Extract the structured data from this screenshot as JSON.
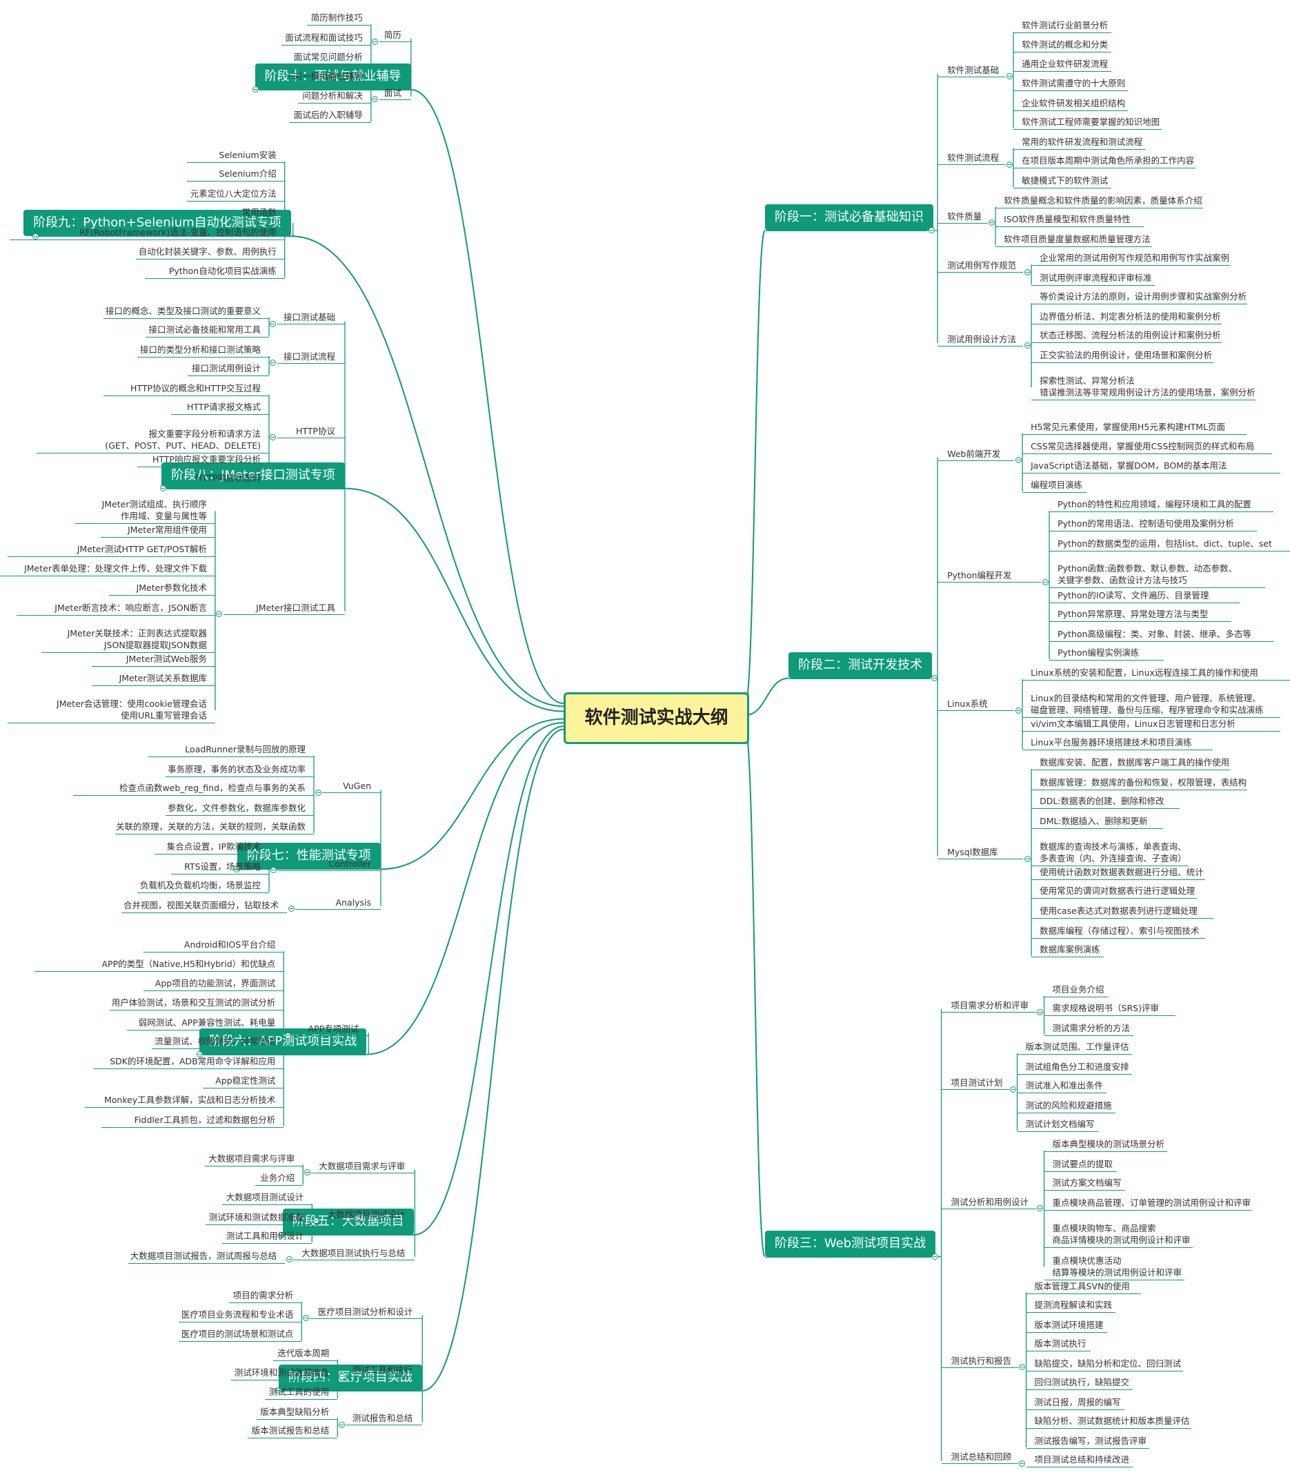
{
  "root": "软件测试实战大纲",
  "stages": [
    {
      "label": "阶段一：测试必备基础知识",
      "groups": [
        {
          "label": "软件测试基础",
          "items": [
            "软件测试行业前景分析",
            "软件测试的概念和分类",
            "通用企业软件研发流程",
            "软件测试需遵守的十大原则",
            "企业软件研发相关组织结构",
            "软件测试工程师需要掌握的知识地图"
          ]
        },
        {
          "label": "软件测试流程",
          "items": [
            "常用的软件研发流程和测试流程",
            "在项目版本周期中测试角色所承担的工作内容",
            "敏捷模式下的软件测试"
          ]
        },
        {
          "label": "软件质量",
          "items": [
            "软件质量概念和软件质量的影响因素，质量体系介绍",
            "ISO软件质量模型和软件质量特性",
            "软件项目质量度量数据和质量管理方法"
          ]
        },
        {
          "label": "测试用例写作规范",
          "items": [
            "企业常用的测试用例写作规范和用例写作实战案例",
            "测试用例评审流程和评审标准"
          ]
        },
        {
          "label": "测试用例设计方法",
          "items": [
            "等价类设计方法的原则，设计用例步骤和实战案例分析",
            "边界值分析法、判定表分析法的使用和案例分析",
            "状态迁移图、流程分析法的用例设计和案例分析",
            "正交实验法的用例设计，使用场景和案例分析",
            "探索性测试、异常分析法\n错误推测法等非常规用例设计方法的使用场景，案例分析"
          ]
        }
      ]
    },
    {
      "label": "阶段二：测试开发技术",
      "groups": [
        {
          "label": "Web前端开发",
          "items": [
            "H5常见元素使用，掌握使用H5元素构建HTML页面",
            "CSS常见选择器使用，掌握使用CSS控制网页的样式和布局",
            "JavaScript语法基础，掌握DOM，BOM的基本用法",
            "编程项目演练"
          ]
        },
        {
          "label": "Python编程开发",
          "items": [
            "Python的特性和应用领域，编程环境和工具的配置",
            "Python的常用语法、控制语句使用及案例分析",
            "Python的数据类型的运用，包括list、dict、tuple、set",
            "Python函数:函数参数、默认参数、动态参数、\n关键字参数、函数设计方法与技巧",
            "Python的IO读写、文件遍历、目录管理",
            "Python异常原理、异常处理方法与类型",
            "Python高级编程：类、对象、封装、继承、多态等",
            "Python编程实例演练"
          ]
        },
        {
          "label": "Linux系统",
          "items": [
            "Linux系统的安装和配置，Linux远程连接工具的操作和使用",
            "Linux的目录结构和常用的文件管理、用户管理、系统管理、\n磁盘管理、网络管理、备份与压缩、程序管理命令和实战演练",
            "vi/vim文本编辑工具使用，Linux日志管理和日志分析",
            "Linux平台服务器环境搭建技术和项目演练"
          ]
        },
        {
          "label": "Mysql数据库",
          "items": [
            "数据库安装、配置，数据库客户端工具的操作使用",
            "数据库管理：数据库的备份和恢复，权限管理，表结构",
            "DDL:数据表的创建、删除和修改",
            "DML:数据插入、删除和更新",
            "数据库的查询技术与演练，单表查询、\n多表查询（内、外连接查询、子查询）",
            "使用统计函数对数据表数据进行分组、统计",
            "使用常见的谓词对数据表行进行逻辑处理",
            "使用case表达式对数据表列进行逻辑处理",
            "数据库编程（存储过程）、索引与视图技术",
            "数据库案例演练"
          ]
        }
      ]
    },
    {
      "label": "阶段三：Web测试项目实战",
      "groups": [
        {
          "label": "项目需求分析和评审",
          "items": [
            "项目业务介绍",
            "需求规格说明书（SRS)评审",
            "测试需求分析的方法"
          ]
        },
        {
          "label": "项目测试计划",
          "items": [
            "版本测试范围、工作量评估",
            "测试组角色分工和进度安排",
            "测试准入和准出条件",
            "测试的风险和规避措施",
            "测试计划文档编写"
          ]
        },
        {
          "label": "测试分析和用例设计",
          "items": [
            "版本典型模块的测试场景分析",
            "测试要点的提取",
            "测试方案文档编写",
            "重点模块商品管理、订单管理的测试用例设计和评审",
            "重点模块购物车、商品搜索\n商品详情模块的测试用例设计和评审",
            "重点模块优惠活动\n结算等模块的测试用例设计和评审"
          ]
        },
        {
          "label": "测试执行和报告",
          "items": [
            "版本管理工具SVN的使用",
            "提测流程解读和实践",
            "版本测试环境搭建",
            "版本测试执行",
            "缺陷提交，缺陷分析和定位、回归测试",
            "回归测试执行，缺陷提交",
            "测试日报，周报的编写",
            "缺陷分析、测试数据统计和版本质量评估",
            "测试报告编写，测试报告评审"
          ]
        },
        {
          "label": "测试总结和回顾",
          "items": [
            "项目测试总结和持续改进"
          ]
        }
      ]
    },
    {
      "label": "阶段四：医疗项目实战",
      "groups": [
        {
          "label": "医疗项目测试分析和设计",
          "items": [
            "项目的需求分析",
            "医疗项目业务流程和专业术语",
            "医疗项目的测试场景和测试点"
          ]
        },
        {
          "label": "测试工具和执行",
          "items": [
            "迭代版本周期",
            "测试环境和测试数据准备",
            "测试工具的使用"
          ]
        },
        {
          "label": "测试报告和总结",
          "items": [
            "版本典型缺陷分析",
            "版本测试报告和总结"
          ]
        }
      ]
    },
    {
      "label": "阶段五：大数据项目",
      "groups": [
        {
          "label": "大数据项目需求与评审",
          "items": [
            "大数据项目需求与评审",
            "业务介绍"
          ]
        },
        {
          "label": "大数据项目测试设计",
          "items": [
            "大数据项目测试设计",
            "测试环境和测试数据准备",
            "测试工具和用例设计"
          ]
        },
        {
          "label": "大数据项目测试执行与总结",
          "items": [
            "大数据项目测试报告，测试周报与总结"
          ]
        }
      ]
    },
    {
      "label": "阶段六：APP测试项目实战",
      "groups": [
        {
          "label": "APP专项测试",
          "items": [
            "Android和IOS平台介绍",
            "APP的类型（Native,H5和Hybrid）和优缺点",
            "App项目的功能测试，界面测试",
            "用户体验测试，场景和交互测试的测试分析",
            "弱网测试、APP兼容性测试、耗电量",
            "流量测试、权限测试、异常测试",
            "SDK的环境配置，ADB常用命令详解和应用",
            "App稳定性测试",
            "Monkey工具参数详解，实战和日志分析技术",
            "Fiddler工具抓包，过滤和数据包分析"
          ]
        }
      ]
    },
    {
      "label": "阶段七：性能测试专项",
      "groups": [
        {
          "label": "VuGen",
          "items": [
            "LoadRunner录制与回放的原理",
            "事务原理，事务的状态及业务成功率",
            "检查点函数web_reg_find，检查点与事务的关系",
            "参数化，文件参数化，数据库参数化",
            "关联的原理，关联的方法，关联的规则，关联函数"
          ]
        },
        {
          "label": "Controller",
          "items": [
            "集合点设置，IP欺骗技术",
            "RTS设置，场景策略",
            "负载机及负载机均衡，场景监控"
          ]
        },
        {
          "label": "Analysis",
          "items": [
            "合并视图，视图关联页面细分，钻取技术"
          ]
        }
      ]
    },
    {
      "label": "阶段八：JMeter接口测试专项",
      "groups": [
        {
          "label": "接口测试基础",
          "items": [
            "接口的概念、类型及接口测试的重要意义",
            "接口测试必备技能和常用工具"
          ]
        },
        {
          "label": "接口测试流程",
          "items": [
            "接口的类型分析和接口测试策略",
            "接口测试用例设计"
          ]
        },
        {
          "label": "HTTP协议",
          "items": [
            "HTTP协议的概念和HTTP交互过程",
            "HTTP请求报文格式",
            "报文重要字段分析和请求方法\n(GET、POST、PUT、HEAD、DELETE)",
            "HTTP响应报文重要字段分析",
            "HTTP响应状态码"
          ]
        },
        {
          "label": "JMeter接口测试工具",
          "items": [
            "JMeter测试组成、执行顺序\n作用域、变量与属性等",
            "JMeter常用组件使用",
            "JMeter测试HTTP GET/POST解析",
            "JMeter表单处理：处理文件上传、处理文件下载",
            "JMeter参数化技术",
            "JMeter断言技术：响应断言，JSON断言",
            "JMeter关联技术：正则表达式提取器\nJSON提取器提取JSON数据",
            "JMeter测试Web服务",
            "JMeter测试关系数据库",
            "JMeter会话管理：使用cookie管理会话\n使用URL重写管理会话"
          ]
        }
      ]
    },
    {
      "label": "阶段九：Python+Selenium自动化测试专项",
      "groups": [
        {
          "label": "",
          "items": [
            "Selenium安装",
            "Selenium介绍",
            "元素定位八大定位方法",
            "常用函数",
            "RF(RobotFramework)语法-变量、控制语句的使用",
            "自动化封装关键字、参数、用例执行",
            "Python自动化项目实战演练"
          ]
        }
      ]
    },
    {
      "label": "阶段十：面试与就业辅导",
      "groups": [
        {
          "label": "简历",
          "items": [
            "简历制作技巧",
            "面试流程和面试技巧",
            "面试常见问题分析"
          ]
        },
        {
          "label": "面试",
          "items": [
            "一对一模拟面试辅导",
            "问题分析和解决",
            "面试后的入职辅导"
          ]
        }
      ]
    }
  ],
  "colors": {
    "branch": "#0f9a7a",
    "stage_bg": "#0f9a7a",
    "root_bg": "#fdf39a",
    "text": "#333333"
  }
}
